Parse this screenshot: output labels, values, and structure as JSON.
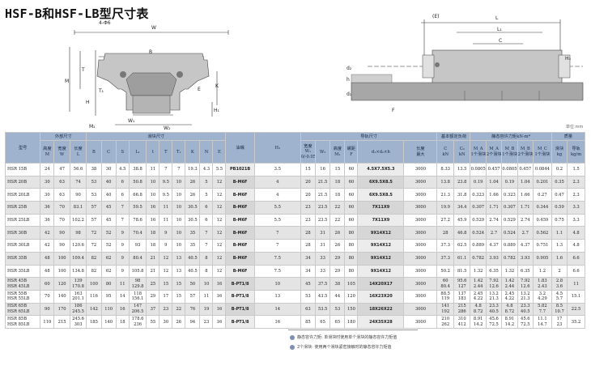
{
  "title": "HSF-B和HSF-LB型尺寸表",
  "unit_note": "单位:mm",
  "front_view": {
    "labels": {
      "W": "W",
      "B": "B",
      "M": "M",
      "T": "T",
      "T1": "T₁",
      "H": "H",
      "K": "K",
      "E": "E",
      "H1": "H₁",
      "W1": "W₁",
      "W2": "W₂",
      "M1": "M₁",
      "tap": "4-Φ6"
    }
  },
  "side_view": {
    "labels": {
      "E_paren": "(E)",
      "L": "L",
      "L1": "L₁",
      "C": "C",
      "H3": "H₃",
      "h": "h",
      "d2": "d₂",
      "F": "F",
      "d1": "d₁"
    }
  },
  "table": {
    "group_headers": {
      "model": "型号",
      "outer": "外部尺寸",
      "block": "滑块尺寸",
      "lube": "油嘴",
      "rail": "导轨尺寸",
      "load": "基本额定负荷",
      "moment": "静态容许力矩kN-m*",
      "mass": "质量"
    },
    "sub_headers": {
      "height": "高度",
      "width": "宽度",
      "length": "长度",
      "M": "M",
      "W": "W",
      "L": "L",
      "B": "B",
      "C": "C",
      "S": "S",
      "L1": "L₁",
      "t": "t",
      "T": "T",
      "T1": "T₁",
      "K": "K",
      "N": "N",
      "E": "E",
      "lube": "油嘴",
      "H3": "H₃",
      "W1_label": "宽度",
      "W1": "W₁",
      "W1_tol": "0/-0.05",
      "W2": "W₂",
      "M1_label": "高度",
      "M1": "M₁",
      "F": "F",
      "pitch": "螺距",
      "bolt": "d₁×d₂×h",
      "rail_len": "长度",
      "max": "最大",
      "Ca": "C",
      "C0a": "C₀",
      "kN1": "kN",
      "kN2": "kN",
      "MA": "M_A",
      "MB": "M_B",
      "MC": "M_C",
      "one": "1个滑块",
      "two": "2个滑块",
      "block_mass": "滑块",
      "rail_mass": "导轨",
      "kg": "kg",
      "kgm": "kg/m"
    },
    "rows": [
      {
        "model": "HSR 15B",
        "M": "24",
        "W": "47",
        "L": "56.6",
        "B": "38",
        "C": "30",
        "S": "4.5",
        "L1": "38.8",
        "t": "11",
        "T": "7",
        "T1": "7",
        "K": "19.3",
        "N": "4.3",
        "E": "5.5",
        "lube": "PB1021B",
        "H3": "3.5",
        "W1": "15",
        "W2": "16",
        "M1": "15",
        "F": "60",
        "bolt": "4.5X7.5X5.3",
        "max": "3000",
        "Ca": "8.33",
        "C0a": "13.5",
        "MA1": "0.0805",
        "MA2": "0.457",
        "MB1": "0.0805",
        "MB2": "0.457",
        "MC": "0.0844",
        "blk": "0.2",
        "rail": "1.5"
      },
      {
        "model": "HSR 20B",
        "M": "30",
        "W": "63",
        "L": "74",
        "B": "53",
        "C": "40",
        "S": "6",
        "L1": "50.8",
        "t": "10",
        "T": "9.5",
        "T1": "10",
        "K": "26",
        "N": "5",
        "E": "12",
        "lube": "B-M6F",
        "H3": "4",
        "W1": "20",
        "W2": "21.5",
        "M1": "18",
        "F": "60",
        "bolt": "6X9.5X8.5",
        "max": "3000",
        "Ca": "13.8",
        "C0a": "23.8",
        "MA1": "0.19",
        "MA2": "1.04",
        "MB1": "0.19",
        "MB2": "1.04",
        "MC": "0.201",
        "blk": "0.35",
        "rail": "2.3"
      },
      {
        "model": "HSR 20LB",
        "M": "30",
        "W": "63",
        "L": "90",
        "B": "53",
        "C": "40",
        "S": "6",
        "L1": "66.8",
        "t": "10",
        "T": "9.5",
        "T1": "10",
        "K": "26",
        "N": "5",
        "E": "12",
        "lube": "B-M6F",
        "H3": "4",
        "W1": "20",
        "W2": "21.5",
        "M1": "18",
        "F": "60",
        "bolt": "6X9.5X8.5",
        "max": "3000",
        "Ca": "21.3",
        "C0a": "31.8",
        "MA1": "0.323",
        "MA2": "1.66",
        "MB1": "0.323",
        "MB2": "1.66",
        "MC": "0.27",
        "blk": "0.47",
        "rail": "2.3"
      },
      {
        "model": "HSR 25B",
        "M": "36",
        "W": "70",
        "L": "83.1",
        "B": "57",
        "C": "45",
        "S": "7",
        "L1": "59.5",
        "t": "16",
        "T": "11",
        "T1": "10",
        "K": "30.5",
        "N": "6",
        "E": "12",
        "lube": "B-M6F",
        "H3": "5.5",
        "W1": "23",
        "W2": "23.5",
        "M1": "22",
        "F": "60",
        "bolt": "7X11X9",
        "max": "3000",
        "Ca": "19.9",
        "C0a": "34.4",
        "MA1": "0.307",
        "MA2": "1.71",
        "MB1": "0.307",
        "MB2": "1.71",
        "MC": "0.344",
        "blk": "0.59",
        "rail": "3.3"
      },
      {
        "model": "HSR 25LB",
        "M": "36",
        "W": "70",
        "L": "102.2",
        "B": "57",
        "C": "45",
        "S": "7",
        "L1": "78.6",
        "t": "16",
        "T": "11",
        "T1": "10",
        "K": "30.5",
        "N": "6",
        "E": "12",
        "lube": "B-M6F",
        "H3": "5.5",
        "W1": "23",
        "W2": "23.5",
        "M1": "22",
        "F": "60",
        "bolt": "7X11X9",
        "max": "3000",
        "Ca": "27.2",
        "C0a": "45.9",
        "MA1": "0.529",
        "MA2": "2.74",
        "MB1": "0.529",
        "MB2": "2.74",
        "MC": "0.459",
        "blk": "0.75",
        "rail": "3.3"
      },
      {
        "model": "HSR 30B",
        "M": "42",
        "W": "90",
        "L": "98",
        "B": "72",
        "C": "52",
        "S": "9",
        "L1": "70.4",
        "t": "18",
        "T": "9",
        "T1": "10",
        "K": "35",
        "N": "7",
        "E": "12",
        "lube": "B-M6F",
        "H3": "7",
        "W1": "28",
        "W2": "31",
        "M1": "26",
        "F": "80",
        "bolt": "9X14X12",
        "max": "3000",
        "Ca": "28",
        "C0a": "46.8",
        "MA1": "0.524",
        "MA2": "2.7",
        "MB1": "0.524",
        "MB2": "2.7",
        "MC": "0.562",
        "blk": "1.1",
        "rail": "4.8"
      },
      {
        "model": "HSR 30LB",
        "M": "42",
        "W": "90",
        "L": "120.6",
        "B": "72",
        "C": "52",
        "S": "9",
        "L1": "93",
        "t": "18",
        "T": "9",
        "T1": "10",
        "K": "35",
        "N": "7",
        "E": "12",
        "lube": "B-M6F",
        "H3": "7",
        "W1": "28",
        "W2": "31",
        "M1": "26",
        "F": "80",
        "bolt": "9X14X12",
        "max": "3000",
        "Ca": "37.3",
        "C0a": "62.5",
        "MA1": "0.889",
        "MA2": "4.37",
        "MB1": "0.889",
        "MB2": "4.37",
        "MC": "0.751",
        "blk": "1.3",
        "rail": "4.8"
      },
      {
        "model": "HSR 35B",
        "M": "48",
        "W": "100",
        "L": "109.4",
        "B": "82",
        "C": "62",
        "S": "9",
        "L1": "80.4",
        "t": "21",
        "T": "12",
        "T1": "13",
        "K": "40.5",
        "N": "8",
        "E": "12",
        "lube": "B-M6F",
        "H3": "7.5",
        "W1": "34",
        "W2": "33",
        "M1": "29",
        "F": "80",
        "bolt": "9X14X12",
        "max": "3000",
        "Ca": "37.3",
        "C0a": "61.1",
        "MA1": "0.782",
        "MA2": "3.93",
        "MB1": "0.782",
        "MB2": "3.93",
        "MC": "0.905",
        "blk": "1.6",
        "rail": "6.6"
      },
      {
        "model": "HSR 35LB",
        "M": "48",
        "W": "100",
        "L": "134.8",
        "B": "82",
        "C": "62",
        "S": "9",
        "L1": "105.8",
        "t": "21",
        "T": "12",
        "T1": "13",
        "K": "40.5",
        "N": "8",
        "E": "12",
        "lube": "B-M6F",
        "H3": "7.5",
        "W1": "34",
        "W2": "33",
        "M1": "29",
        "F": "80",
        "bolt": "9X14X12",
        "max": "3000",
        "Ca": "50.2",
        "C0a": "81.5",
        "MA1": "1.32",
        "MA2": "6.35",
        "MB1": "1.32",
        "MB2": "6.35",
        "MC": "1.2",
        "blk": "2",
        "rail": "6.6"
      },
      {
        "model": "HSR 45B\nHSR 45LB",
        "M": "60",
        "W": "120",
        "L": "139\n170.8",
        "B": "100",
        "C": "80",
        "S": "11",
        "L1": "98\n129.8",
        "t": "25",
        "T": "15",
        "T1": "15",
        "K": "50",
        "N": "10",
        "E": "16",
        "lube": "B-PT1/8",
        "H3": "10",
        "W1": "45",
        "W2": "37.5",
        "M1": "38",
        "F": "105",
        "bolt": "14X20X17",
        "max": "3000",
        "Ca": "60\n80.4",
        "C0a": "95.6\n127",
        "MA1": "1.42\n2.44",
        "MA2": "7.92\n12.6",
        "MB1": "1.42\n2.44",
        "MB2": "7.92\n12.6",
        "MC": "1.83\n2.43",
        "blk": "2.8\n3.6",
        "rail": "11"
      },
      {
        "model": "HSR 55B\nHSR 55LB",
        "M": "70",
        "W": "140",
        "L": "163\n201.1",
        "B": "116",
        "C": "95",
        "S": "14",
        "L1": "118\n156.1",
        "t": "29",
        "T": "17",
        "T1": "15",
        "K": "57",
        "N": "11",
        "E": "16",
        "lube": "B-PT1/8",
        "H3": "13",
        "W1": "53",
        "W2": "43.5",
        "M1": "44",
        "F": "120",
        "bolt": "16X23X20",
        "max": "3000",
        "Ca": "88.5\n119",
        "C0a": "137\n183",
        "MA1": "2.45\n4.22",
        "MA2": "13.2\n21.3",
        "MB1": "2.45\n4.22",
        "MB2": "13.2\n21.3",
        "MC": "3.2\n4.29",
        "blk": "4.5\n5.7",
        "rail": "15.1"
      },
      {
        "model": "HSR 65B\nHSR 65LB",
        "M": "90",
        "W": "170",
        "L": "186\n245.5",
        "B": "142",
        "C": "110",
        "S": "16",
        "L1": "147\n206.5",
        "t": "37",
        "T": "23",
        "T1": "22",
        "K": "76",
        "N": "19",
        "E": "16",
        "lube": "B-PT1/8",
        "H3": "14",
        "W1": "63",
        "W2": "53.5",
        "M1": "53",
        "F": "150",
        "bolt": "18X26X22",
        "max": "3000",
        "Ca": "141\n192",
        "C0a": "215\n286",
        "MA1": "4.8\n8.72",
        "MA2": "23.3\n40.5",
        "MB1": "4.8\n8.72",
        "MB2": "23.3\n40.5",
        "MC": "5.82\n7.7",
        "blk": "8.5\n10.7",
        "rail": "22.5"
      },
      {
        "model": "HSR 85B\nHSR 85LB",
        "M": "110",
        "W": "215",
        "L": "245.6\n303",
        "B": "185",
        "C": "140",
        "S": "18",
        "L1": "178.6\n236",
        "t": "55",
        "T": "30",
        "T1": "26",
        "K": "94",
        "N": "23",
        "E": "16",
        "lube": "B-PT1/8",
        "H3": "16",
        "W1": "85",
        "W2": "65",
        "M1": "65",
        "F": "180",
        "bolt": "24X35X28",
        "max": "3000",
        "Ca": "210\n262",
        "C0a": "310\n412",
        "MA1": "8.91\n14.2",
        "MA2": "45.6\n72.5",
        "MB1": "8.91\n14.2",
        "MB2": "45.6\n72.5",
        "MC": "11.1\n14.7",
        "blk": "17\n23",
        "rail": "35.2"
      }
    ]
  },
  "notes": [
    "静态容许力矩: 单滑块时使用单个滑块的静态容许力矩值",
    "2个滑块: 使用两个滑块紧密接触时的静态容许力矩值"
  ],
  "colors": {
    "header": "#9fb3cf",
    "row_alt": "#e4e4e4",
    "drawing": "#c6c6c6",
    "accent": "#7d8fb3"
  }
}
